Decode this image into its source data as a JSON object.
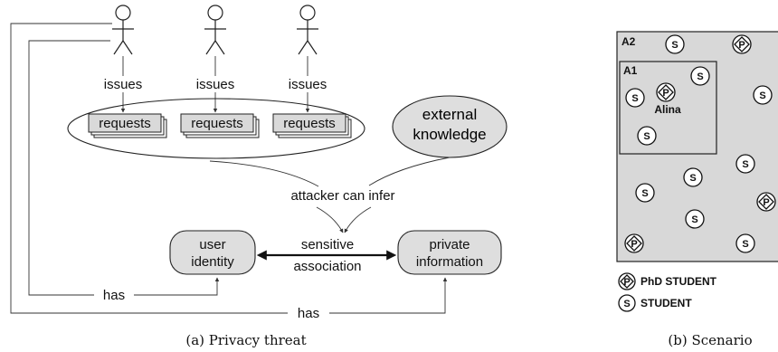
{
  "figure_a": {
    "issues_label": "issues",
    "requests_label": "requests",
    "external_knowledge": [
      "external",
      "knowledge"
    ],
    "attacker_label": "attacker can infer",
    "user_identity": [
      "user",
      "identity"
    ],
    "association": [
      "sensitive",
      "association"
    ],
    "private_information": [
      "private",
      "information"
    ],
    "has_label": "has",
    "caption": "(a) Privacy threat"
  },
  "figure_b": {
    "area_a2": "A2",
    "area_a1": "A1",
    "person_name": "Alina",
    "student_token": "S",
    "phd_token": "P",
    "legend": {
      "phd": "PhD STUDENT",
      "student": "STUDENT"
    },
    "caption": "(b) Scenario"
  }
}
